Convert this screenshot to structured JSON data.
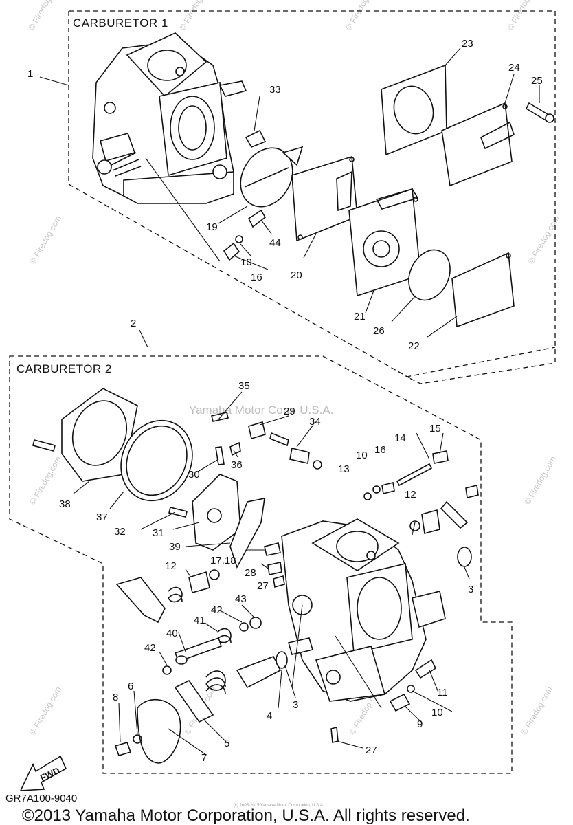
{
  "sections": {
    "carb1_title": "CARBURETOR 1",
    "carb2_title": "CARBURETOR 2"
  },
  "callouts": {
    "c1": "1",
    "c2": "2",
    "c3a": "3",
    "c3b": "3",
    "c4": "4",
    "c5": "5",
    "c6": "6",
    "c7": "7",
    "c8": "8",
    "c9": "9",
    "c10a": "10",
    "c10b": "10",
    "c10c": "10",
    "c11": "11",
    "c12a": "12",
    "c12b": "12",
    "c13": "13",
    "c14": "14",
    "c15": "15",
    "c16a": "16",
    "c16b": "16",
    "c17_18": "17,18",
    "c19": "19",
    "c20": "20",
    "c21": "21",
    "c22": "22",
    "c23": "23",
    "c24": "24",
    "c25": "25",
    "c26": "26",
    "c27a": "27",
    "c27b": "27",
    "c28": "28",
    "c29": "29",
    "c30": "30",
    "c31": "31",
    "c32": "32",
    "c33": "33",
    "c34": "34",
    "c35": "35",
    "c36": "36",
    "c37": "37",
    "c38": "38",
    "c39": "39",
    "c40": "40",
    "c41": "41",
    "c42a": "42",
    "c42b": "42",
    "c43": "43",
    "c44": "44"
  },
  "fwd_label": "FWD",
  "diagram_code": "GR7A100-9040",
  "center_watermark": "Yamaha Motor Corp, U.S.A.",
  "watermark_text": "© Firedog.com",
  "tiny_notice": "(c) 2005-2015 Yamaha Motor Corporation, U.S.A.",
  "copyright": "©2013 Yamaha Motor Corporation, U.S.A. All rights reserved."
}
